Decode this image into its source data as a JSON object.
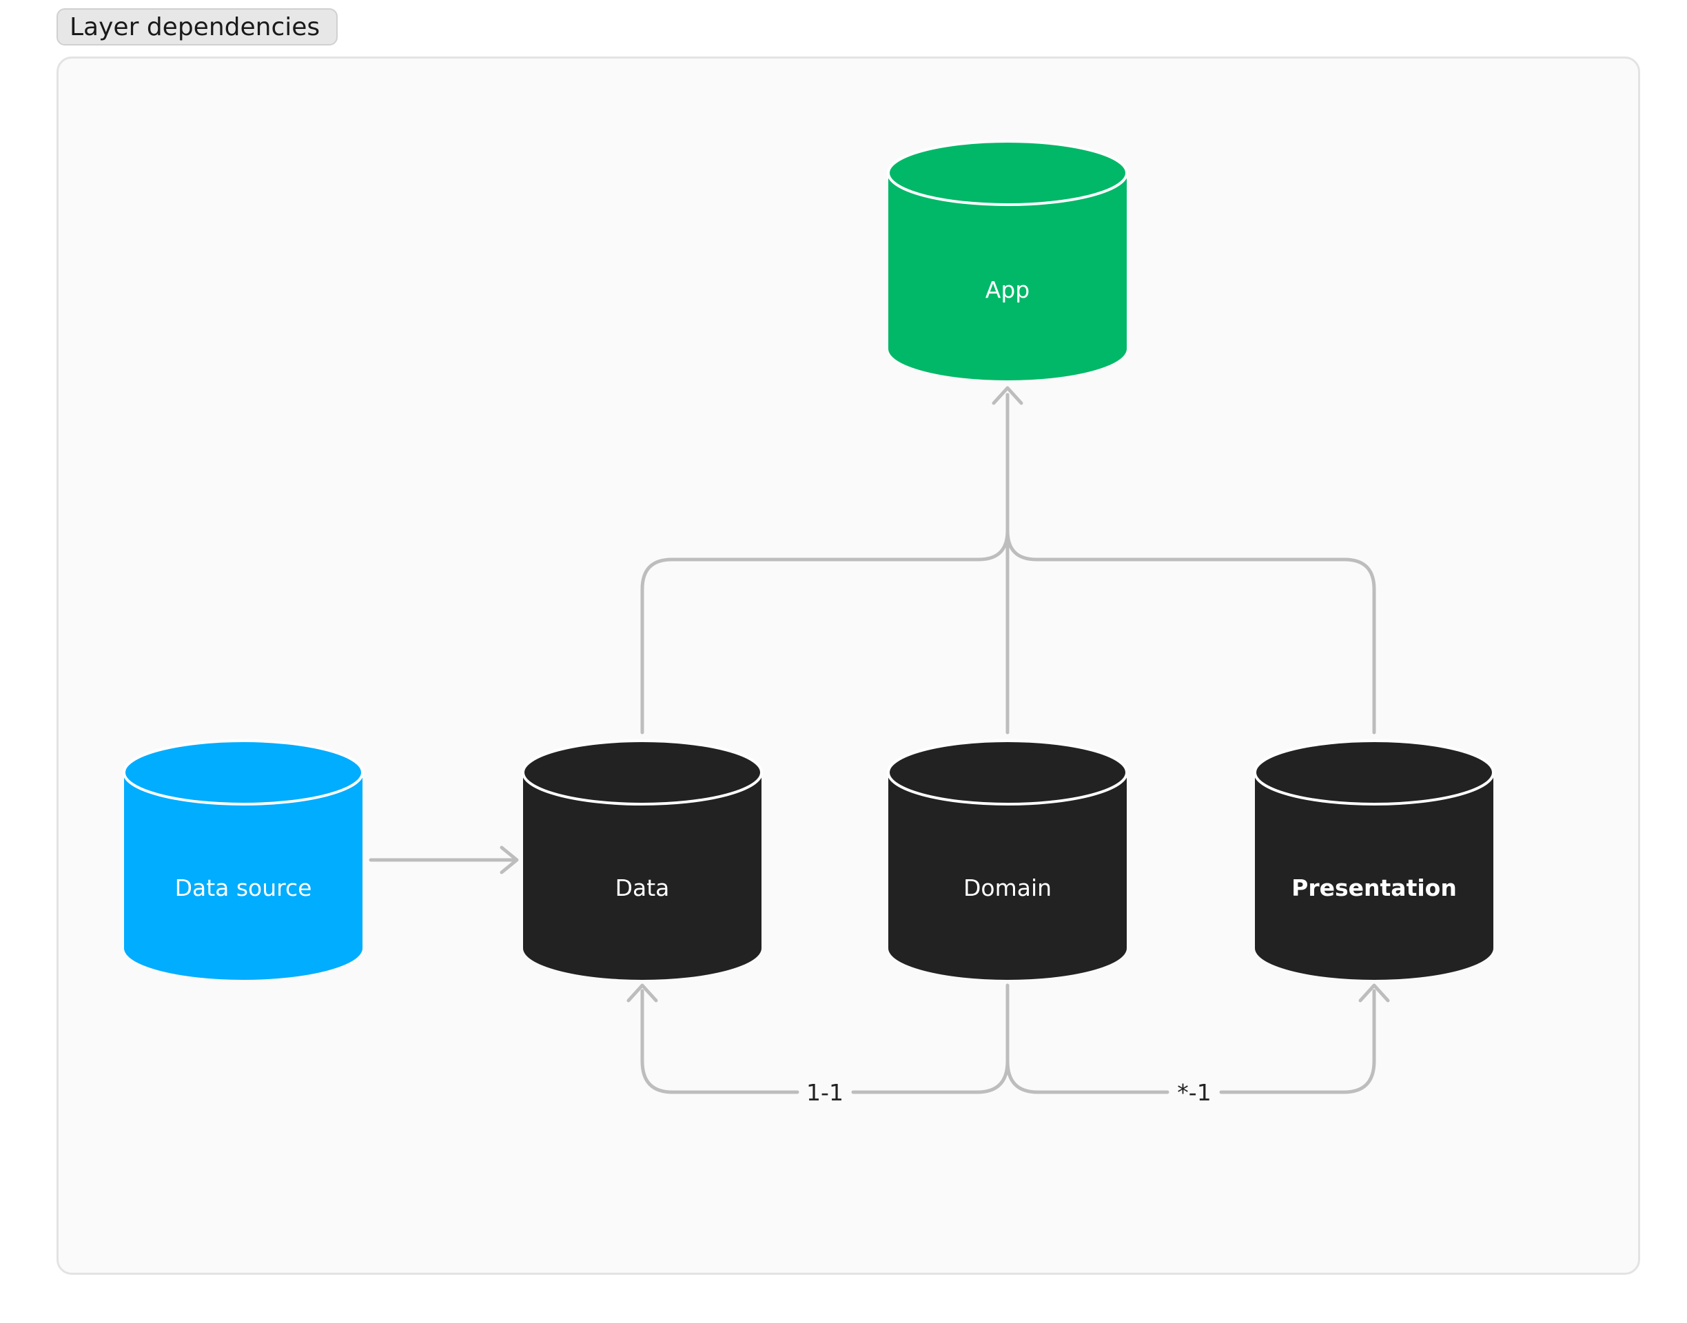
{
  "frame": {
    "title": "Layer dependencies"
  },
  "colors": {
    "app": "#00b868",
    "data_source": "#00adfe",
    "layer": "#222222",
    "edge": "#bdbdbd",
    "canvas": "#fafafa"
  },
  "nodes": {
    "app": {
      "label": "App",
      "shape": "cylinder"
    },
    "data_source": {
      "label": "Data source",
      "shape": "cylinder"
    },
    "data": {
      "label": "Data",
      "shape": "cylinder"
    },
    "domain": {
      "label": "Domain",
      "shape": "cylinder"
    },
    "presentation": {
      "label": "Presentation",
      "shape": "cylinder"
    }
  },
  "edges": [
    {
      "from": "Data source",
      "to": "Data",
      "label": ""
    },
    {
      "from": "Data",
      "to": "App",
      "label": ""
    },
    {
      "from": "Domain",
      "to": "App",
      "label": ""
    },
    {
      "from": "Presentation",
      "to": "App",
      "label": ""
    },
    {
      "from": "Domain",
      "to": "Data",
      "label": "1-1"
    },
    {
      "from": "Domain",
      "to": "Presentation",
      "label": "*-1"
    }
  ]
}
